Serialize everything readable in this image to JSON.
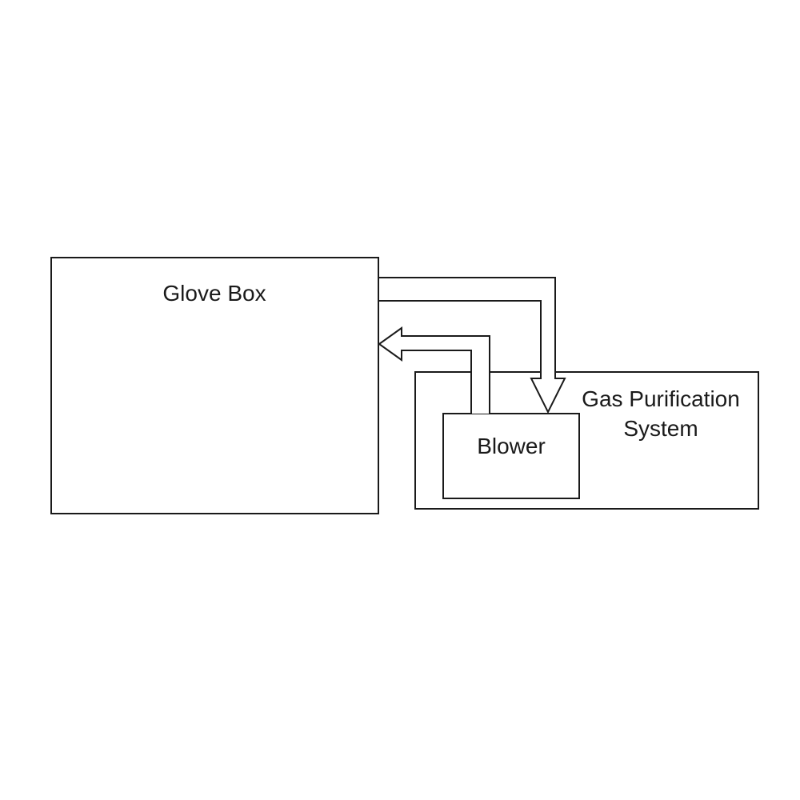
{
  "diagram": {
    "glove_box_label": "Glove Box",
    "gas_purification_label_line1": "Gas Purification",
    "gas_purification_label_line2": "System",
    "blower_label": "Blower",
    "colors": {
      "stroke": "#1a1a1a",
      "fill": "#ffffff",
      "background": "#ffffff"
    }
  }
}
